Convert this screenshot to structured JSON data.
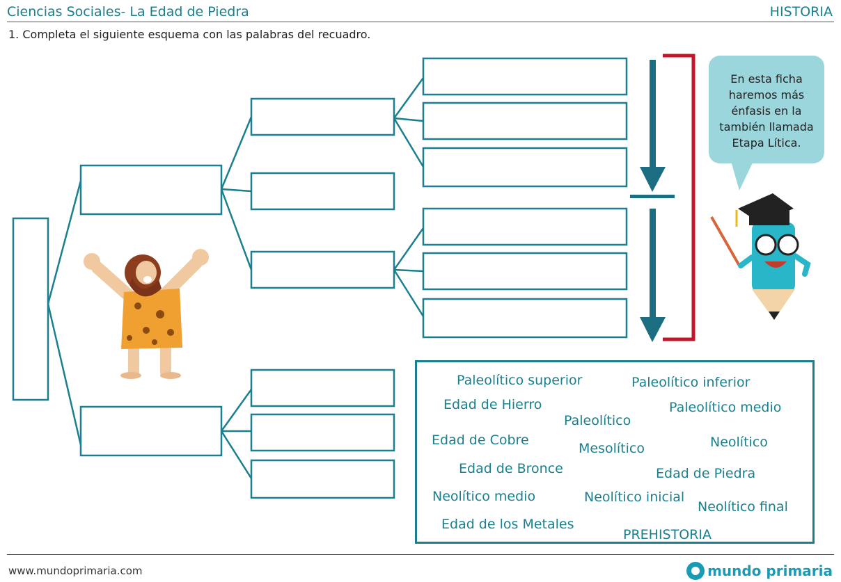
{
  "header": {
    "title": "Ciencias Sociales- La Edad de Piedra",
    "subject": "HISTORIA"
  },
  "instruction": "1. Completa el siguiente esquema con las palabras del recuadro.",
  "bubble": {
    "lines": [
      "En esta ficha",
      "haremos más",
      "énfasis en la",
      "también llamada",
      "Etapa Lítica."
    ]
  },
  "word_bank": [
    "Paleolítico superior",
    "Paleolítico inferior",
    "Edad de Hierro",
    "Paleolítico medio",
    "Paleolítico",
    "Edad de Cobre",
    "Mesolítico",
    "Neolítico",
    "Edad de Bronce",
    "Edad de Piedra",
    "Neolítico medio",
    "Neolítico inicial",
    "Neolítico final",
    "Edad de los Metales",
    "PREHISTORIA"
  ],
  "footer": {
    "url": "www.mundoprimaria.com",
    "brand": "mundo primaria"
  },
  "colors": {
    "teal": "#1a7f8e",
    "arrow": "#1b6e82",
    "bracket": "#c0172d",
    "bubble": "#9bd6dc"
  }
}
